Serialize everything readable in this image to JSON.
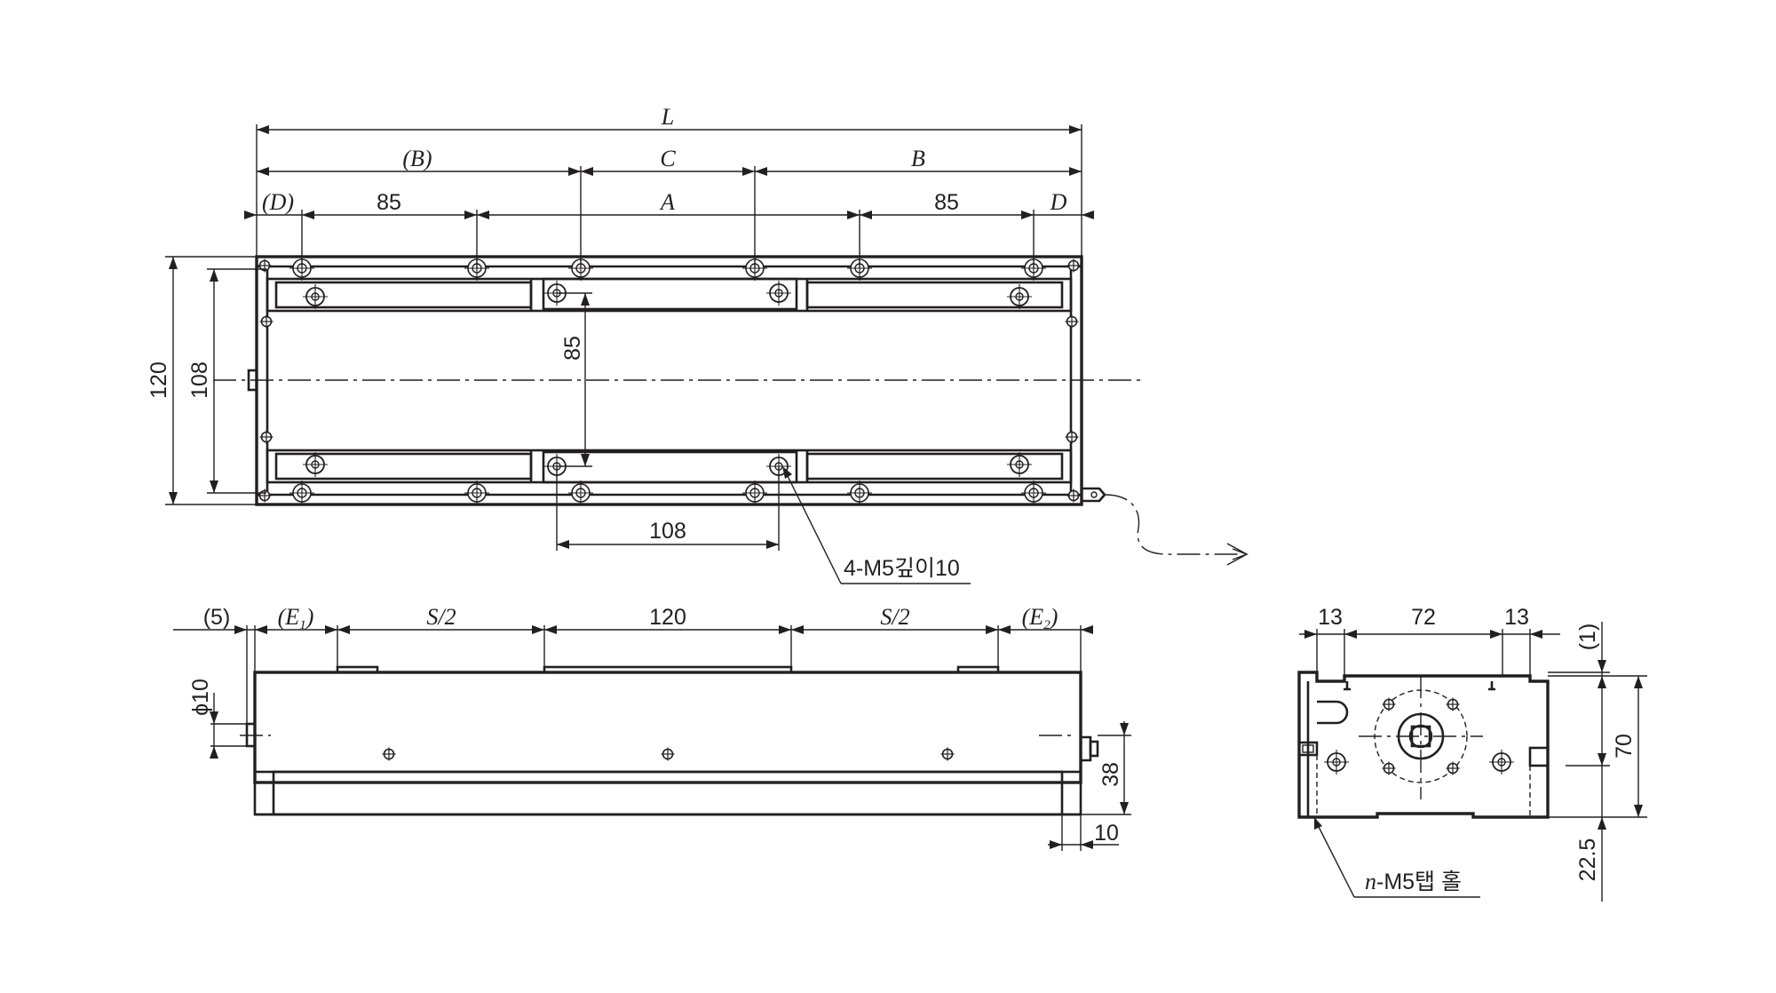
{
  "top_view": {
    "dim_L": "L",
    "dim_B_ref": "(B)",
    "dim_C": "C",
    "dim_B": "B",
    "dim_D_ref": "(D)",
    "dim_85_left": "85",
    "dim_A": "A",
    "dim_85_right": "85",
    "dim_D": "D",
    "dim_120": "120",
    "dim_108": "108",
    "dim_85_vertical": "85",
    "dim_108_bottom": "108",
    "callout_tap": "4-M5깊이10"
  },
  "front_view": {
    "dim_5": "(5)",
    "dim_E1_open": "(",
    "dim_E1_letter": "E",
    "dim_E1_sub": "1",
    "dim_E1_close": ")",
    "dim_S_half_left": "S/2",
    "dim_120": "120",
    "dim_S_half_right": "S/2",
    "dim_E2_open": "(",
    "dim_E2_letter": "E",
    "dim_E2_sub": "2",
    "dim_E2_close": ")",
    "dim_phi10": "ϕ10",
    "dim_38": "38",
    "dim_10": "10"
  },
  "end_view": {
    "dim_13_left": "13",
    "dim_72": "72",
    "dim_13_right": "13",
    "dim_1": "(1)",
    "dim_70": "70",
    "dim_22_5": "22.5",
    "callout_n": "n",
    "callout_text": "-M5탭 홀"
  }
}
